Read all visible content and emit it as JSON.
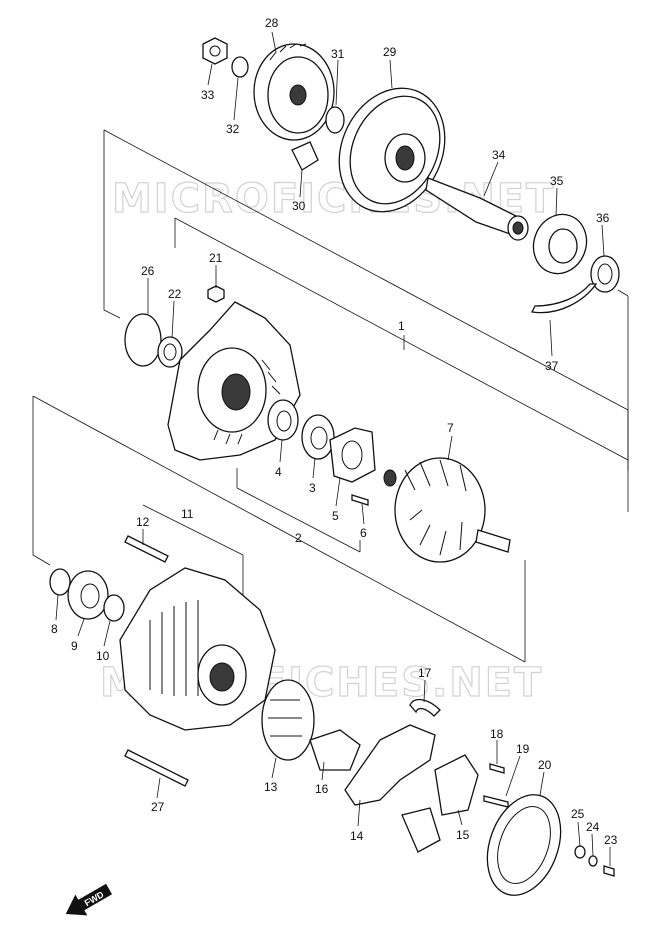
{
  "watermarks": [
    "MICROFICHES.NET",
    "MICROFICHES.NET"
  ],
  "fwd_label": "FWD",
  "callouts": [
    "28",
    "31",
    "29",
    "33",
    "32",
    "30",
    "34",
    "35",
    "36",
    "21",
    "26",
    "22",
    "1",
    "37",
    "7",
    "4",
    "3",
    "5",
    "6",
    "2",
    "12",
    "11",
    "8",
    "9",
    "10",
    "17",
    "18",
    "19",
    "20",
    "25",
    "24",
    "23",
    "27",
    "13",
    "16",
    "14",
    "15"
  ]
}
